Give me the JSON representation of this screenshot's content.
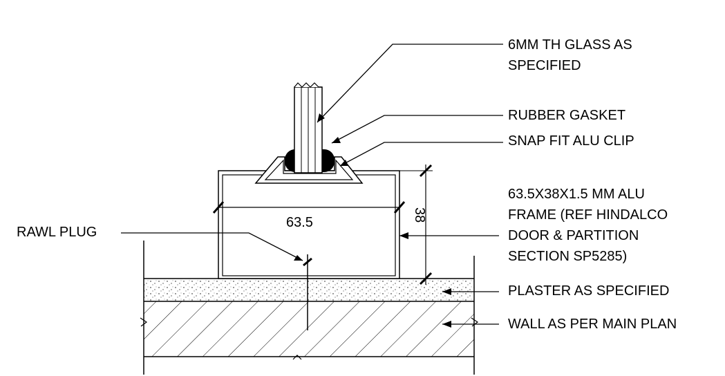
{
  "labels": {
    "glass_l1": "6MM TH GLASS AS",
    "glass_l2": "SPECIFIED",
    "gasket": "RUBBER GASKET",
    "clip": "SNAP FIT ALU CLIP",
    "frame_l1": "63.5X38X1.5 MM ALU",
    "frame_l2": "FRAME (REF HINDALCO",
    "frame_l3": "DOOR & PARTITION",
    "frame_l4": "SECTION SP5285)",
    "plaster": "PLASTER AS SPECIFIED",
    "wall": "WALL AS PER MAIN PLAN",
    "rawl": "RAWL PLUG"
  },
  "dimensions": {
    "width": "63.5",
    "height": "38"
  },
  "colors": {
    "ink": "#000000",
    "background": "#ffffff"
  }
}
